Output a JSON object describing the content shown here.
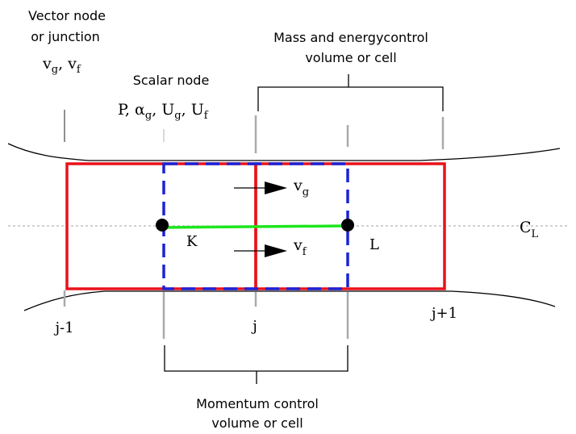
{
  "annotations": {
    "vector_node_title": "Vector node",
    "vector_node_title2": "or junction",
    "vector_node_vars": {
      "v": "v",
      "g": "g",
      "comma": ", ",
      "v2": "v",
      "f": "f"
    },
    "scalar_node_title": "Scalar node",
    "scalar_node_vars": {
      "p": "P, ",
      "alpha": "α",
      "g1": "g",
      "c1": ", U",
      "g2": "g",
      "c2": ", U",
      "f": "f"
    },
    "mass_energy_line1": "Mass and energycontrol",
    "mass_energy_line2": "volume or cell",
    "momentum_line1": "Momentum control",
    "momentum_line2": "volume or cell"
  },
  "labels": {
    "node_k": "K",
    "node_l": "L",
    "vg": {
      "v": "v",
      "sub": "g"
    },
    "vf": {
      "v": "v",
      "sub": "f"
    },
    "centerline": {
      "c": "C",
      "sub": "L"
    },
    "j_minus_1": "j-1",
    "j": "j",
    "j_plus_1": "j+1"
  },
  "colors": {
    "cell_outline": "#e8121a",
    "momentum_cell": "#1a23d6",
    "link": "#1ee61e",
    "centerline": "#9a9a9a",
    "ink": "#000000"
  }
}
